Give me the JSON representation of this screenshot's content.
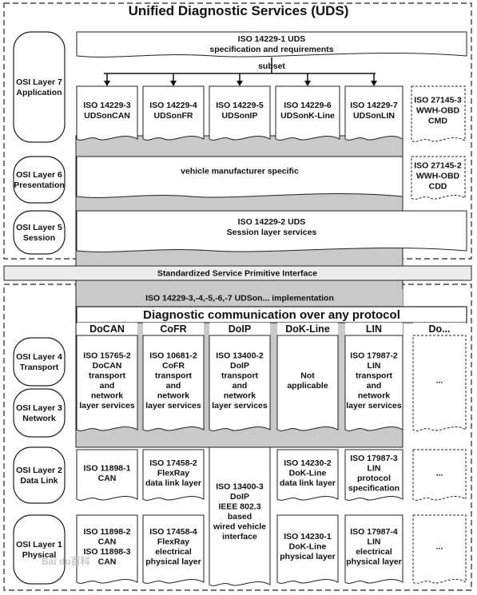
{
  "title": "Unified Diagnostic Services (UDS)",
  "osi_layers": {
    "layer7": [
      "OSI Layer 7",
      "Application"
    ],
    "layer6": [
      "OSI Layer 6",
      "Presentation"
    ],
    "layer5": [
      "OSI Layer 5",
      "Session"
    ],
    "layer4": [
      "OSI Layer 4",
      "Transport"
    ],
    "layer3": [
      "OSI Layer 3",
      "Network"
    ],
    "layer2": [
      "OSI Layer 2",
      "Data Link"
    ],
    "layer1": [
      "OSI Layer 1",
      "Physical"
    ]
  },
  "application": {
    "spec": [
      "ISO 14229-1 UDS",
      "specification and requirements"
    ],
    "subset_label": "subset",
    "subsets": [
      [
        "ISO 14229-3",
        "UDSonCAN"
      ],
      [
        "ISO 14229-4",
        "UDSonFR"
      ],
      [
        "ISO 14229-5",
        "UDSonIP"
      ],
      [
        "ISO 14229-6",
        "UDSonK-Line"
      ],
      [
        "ISO 14229-7",
        "UDSonLIN"
      ]
    ],
    "wwh_obd_cmd": [
      "ISO 27145-3",
      "WWH-OBD",
      "CMD"
    ]
  },
  "presentation": {
    "text": "vehicle manufacturer specific",
    "wwh_obd_cdd": [
      "ISO 27145-2",
      "WWH-OBD",
      "CDD"
    ]
  },
  "session": {
    "text": [
      "ISO 14229-2 UDS",
      "Session layer services"
    ]
  },
  "interface_bar": "Standardized Service Primitive Interface",
  "implementation_bar": "ISO 14229-3,-4,-5,-6,-7 UDSon... implementation",
  "protocol_banner": "Diagnostic communication over any protocol",
  "protocols": [
    "DoCAN",
    "CoFR",
    "DoIP",
    "DoK-Line",
    "LIN",
    "Do..."
  ],
  "transport_network": [
    [
      "ISO 15765-2",
      "DoCAN",
      "transport",
      "and",
      "network",
      "layer services"
    ],
    [
      "ISO 10681-2",
      "CoFR",
      "transport",
      "and",
      "network",
      "layer services"
    ],
    [
      "ISO 13400-2",
      "DoIP",
      "transport",
      "and",
      "network",
      "layer services"
    ],
    [
      "Not",
      "applicable"
    ],
    [
      "ISO 17987-2",
      "LIN",
      "transport",
      "and",
      "network",
      "layer services"
    ],
    [
      "..."
    ]
  ],
  "data_link": [
    [
      "ISO 11898-1",
      "CAN"
    ],
    [
      "ISO 17458-2",
      "FlexRay",
      "data link layer"
    ],
    [
      "ISO 14230-2",
      "DoK-Line",
      "data link layer"
    ],
    [
      "ISO 17987-3",
      "LIN",
      "protocol",
      "specification"
    ],
    [
      "..."
    ]
  ],
  "doip_lower": [
    "ISO 13400-3",
    "DoIP",
    "IEEE 802.3",
    "based",
    "wired vehicle",
    "interface"
  ],
  "physical": [
    [
      "ISO 11898-2",
      "CAN",
      "ISO 11898-3",
      "CAN"
    ],
    [
      "ISO 17458-4",
      "FlexRay",
      "electrical",
      "physical layer"
    ],
    [
      "ISO 14230-1",
      "DoK-Line",
      "physical layer"
    ],
    [
      "ISO 17987-4",
      "LIN",
      "electrical",
      "physical layer"
    ],
    [
      "..."
    ]
  ],
  "watermark": "Bai du百科"
}
